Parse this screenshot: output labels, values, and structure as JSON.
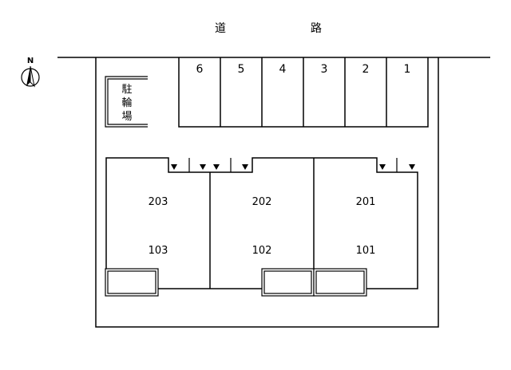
{
  "road": {
    "char1": "道",
    "char2": "路"
  },
  "compass": {
    "label": "N",
    "icon": "north-arrow-icon"
  },
  "bicycle_parking": {
    "char1": "駐",
    "char2": "輪",
    "char3": "場"
  },
  "parking_spaces": [
    "6",
    "5",
    "4",
    "3",
    "2",
    "1"
  ],
  "units": [
    {
      "upper": "203",
      "lower": "103"
    },
    {
      "upper": "202",
      "lower": "102"
    },
    {
      "upper": "201",
      "lower": "101"
    }
  ]
}
